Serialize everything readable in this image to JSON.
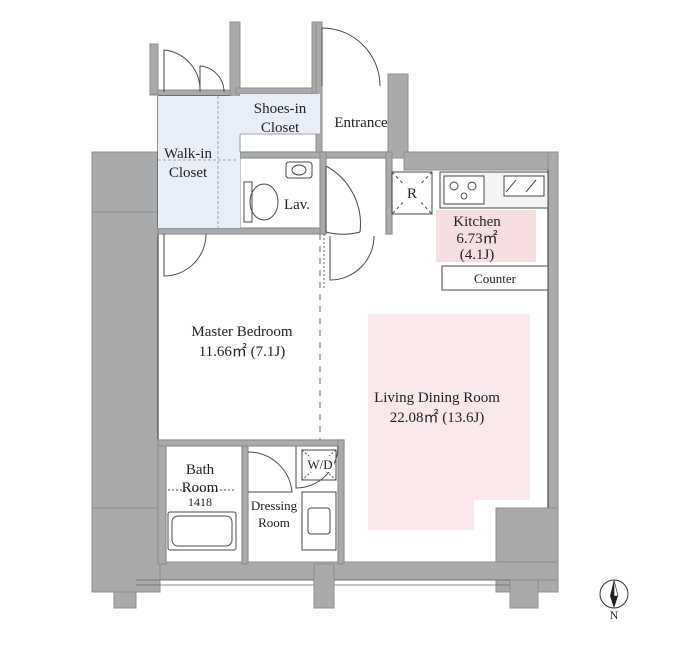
{
  "colors": {
    "wall": "#a9aaab",
    "wall_stroke": "#8e8f90",
    "closet_fill": "#e8eef8",
    "kitchen_fill": "#f7dfe1",
    "living_fill": "#fbe8ea",
    "line": "#4a4a4a",
    "text": "#222222"
  },
  "rooms": {
    "walk_in_closet": {
      "line1": "Walk-in",
      "line2": "Closet"
    },
    "shoes_in_closet": {
      "line1": "Shoes-in",
      "line2": "Closet"
    },
    "entrance": {
      "label": "Entrance"
    },
    "lavatory": {
      "label": "Lav."
    },
    "refrigerator": {
      "label": "R"
    },
    "kitchen": {
      "line1": "Kitchen",
      "line2": "6.73㎡",
      "line3": "(4.1J)"
    },
    "counter": {
      "label": "Counter"
    },
    "master_bedroom": {
      "line1": "Master Bedroom",
      "line2": "11.66㎡ (7.1J)"
    },
    "living_dining": {
      "line1": "Living Dining Room",
      "line2": "22.08㎡ (13.6J)"
    },
    "bath_room": {
      "line1": "Bath",
      "line2": "Room",
      "line3": "1418"
    },
    "washer_dryer": {
      "label": "W/D"
    },
    "dressing_room": {
      "line1": "Dressing",
      "line2": "Room"
    }
  },
  "compass": {
    "label": "N",
    "icon": "compass-north-icon"
  }
}
